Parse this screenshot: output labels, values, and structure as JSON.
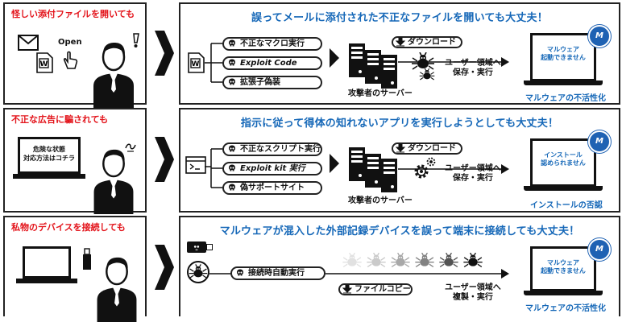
{
  "rows": [
    {
      "left_title": "怪しい添付ファイルを開いても",
      "left_label": "Open",
      "heading": "誤ってメールに添付された不正なファイルを開いても大丈夫！",
      "items": [
        "不正なマクロ実行",
        "Exploit Code",
        "拡張子偽装"
      ],
      "server_caption": "攻撃者のサーバー",
      "action": "ダウンロード",
      "target_line1": "ユーザー領域へ",
      "target_line2": "保存・実行",
      "screen_line1": "マルウェア",
      "screen_line2": "起動できません",
      "result": "マルウェアの不活性化"
    },
    {
      "left_title": "不正な広告に騙されても",
      "ad_line1": "危険な状態",
      "ad_line2": "対応方法はコチラ",
      "heading": "指示に従って得体の知れないアプリを実行しようとしても大丈夫！",
      "items": [
        "不正なスクリプト実行",
        "Exploit kit 実行",
        "偽サポートサイト"
      ],
      "server_caption": "攻撃者のサーバー",
      "action": "ダウンロード",
      "target_line1": "ユーザー領域へ",
      "target_line2": "保存・実行",
      "screen_line1": "インストール",
      "screen_line2": "認められません",
      "result": "インストールの否認"
    },
    {
      "left_title": "私物のデバイスを接続しても",
      "heading": "マルウェアが混入した外部記録デバイスを誤って端末に接続しても大丈夫！",
      "items": [
        "接続時自動実行"
      ],
      "action": "ファイルコピー",
      "target_line1": "ユーザー領域へ",
      "target_line2": "複製・実行",
      "screen_line1": "マルウェア",
      "screen_line2": "起動できません",
      "result": "マルウェアの不活性化"
    }
  ],
  "icons": [
    "envelope-icon",
    "word-file-icon",
    "pointer-hand-icon",
    "businessman-icon",
    "skull-icon",
    "server-icon",
    "bug-icon",
    "laptop-icon",
    "gear-icon",
    "usb-drive-icon",
    "download-arrow-icon"
  ],
  "brand_badge": "M",
  "colors": {
    "accent_blue": "#1668b8",
    "alert_red": "#e3141b",
    "ink": "#111111"
  }
}
